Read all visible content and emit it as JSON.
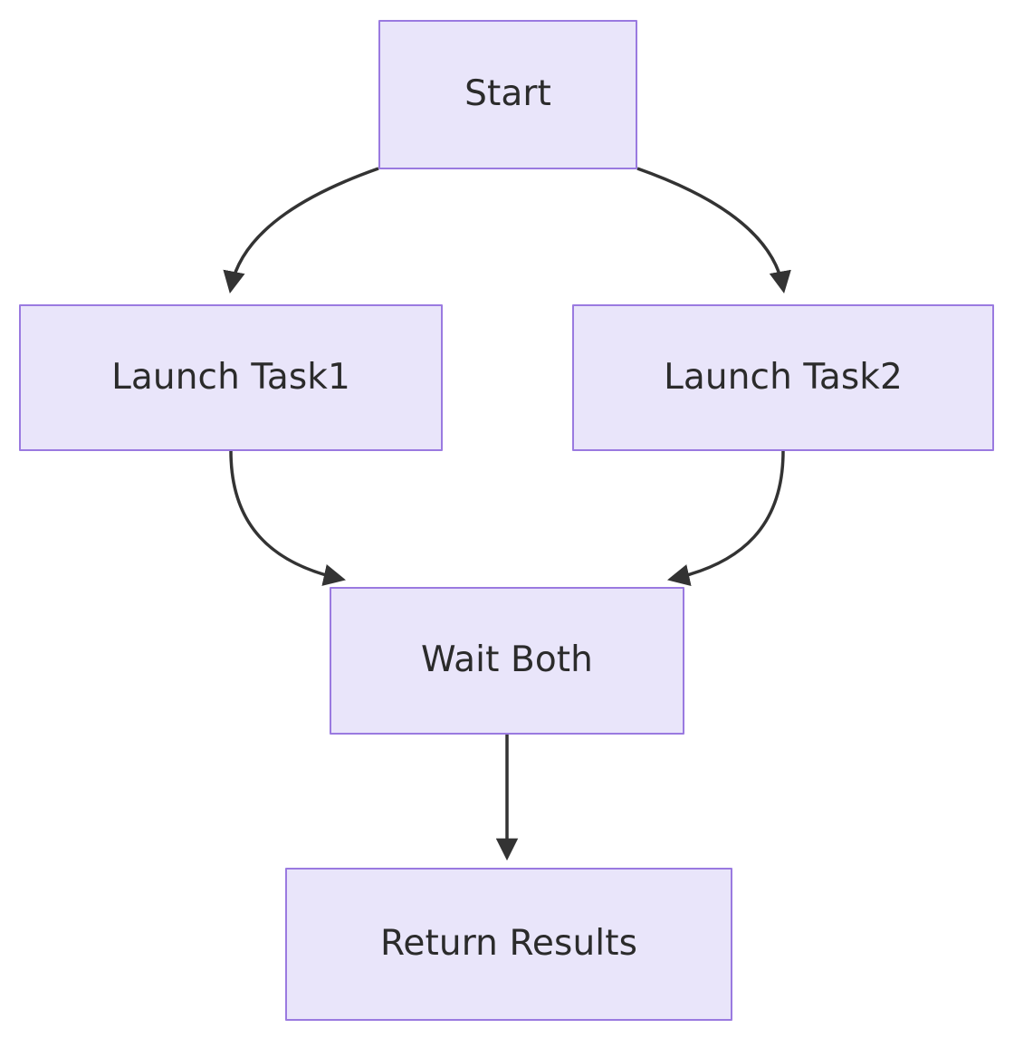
{
  "diagram": {
    "type": "flowchart",
    "direction": "top-down",
    "title": "",
    "background_color": "#ffffff",
    "node_fill_color": "#e9e5fa",
    "node_border_color": "#9a7ae0",
    "node_text_color": "#2b2b2b",
    "edge_color": "#333333",
    "nodes": [
      {
        "id": "start",
        "label": "Start"
      },
      {
        "id": "task1",
        "label": "Launch Task1"
      },
      {
        "id": "task2",
        "label": "Launch Task2"
      },
      {
        "id": "wait",
        "label": "Wait Both"
      },
      {
        "id": "return",
        "label": "Return Results"
      }
    ],
    "edges": [
      {
        "from": "start",
        "to": "task1",
        "label": "",
        "style": "curved-arrow"
      },
      {
        "from": "start",
        "to": "task2",
        "label": "",
        "style": "curved-arrow"
      },
      {
        "from": "task1",
        "to": "wait",
        "label": "",
        "style": "curved-arrow"
      },
      {
        "from": "task2",
        "to": "wait",
        "label": "",
        "style": "curved-arrow"
      },
      {
        "from": "wait",
        "to": "return",
        "label": "",
        "style": "straight-arrow"
      }
    ]
  }
}
